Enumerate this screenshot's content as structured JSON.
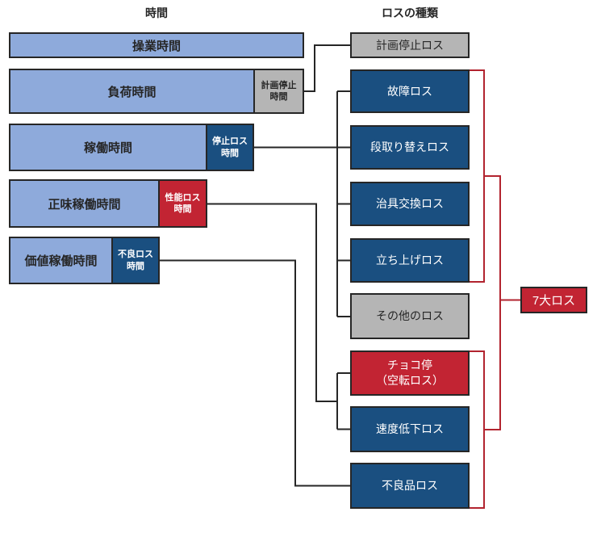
{
  "colors": {
    "light_blue": "#8EAADB",
    "dark_blue": "#1A4F80",
    "red": "#C22433",
    "gray": "#B5B5B5",
    "line_dark": "#262626",
    "line_red": "#B2242F",
    "border_dark": "#262626",
    "text_dark": "#262626",
    "text_light": "#FFFFFF"
  },
  "headers": {
    "time": "時間",
    "loss_types": "ロスの種類"
  },
  "time_bars": [
    {
      "label": "操業時間"
    },
    {
      "label": "負荷時間",
      "loss_segment": {
        "line1": "計画停止",
        "line2": "時間"
      }
    },
    {
      "label": "稼働時間",
      "loss_segment": {
        "line1": "停止ロス",
        "line2": "時間"
      }
    },
    {
      "label": "正味稼働時間",
      "loss_segment": {
        "line1": "性能ロス",
        "line2": "時間"
      }
    },
    {
      "label": "価値稼働時間",
      "loss_segment": {
        "line1": "不良ロス",
        "line2": "時間"
      }
    }
  ],
  "loss_types": [
    {
      "label": "計画停止ロス"
    },
    {
      "label": "故障ロス"
    },
    {
      "label": "段取り替えロス"
    },
    {
      "label": "治具交換ロス"
    },
    {
      "label": "立ち上げロス"
    },
    {
      "label": "その他のロス"
    },
    {
      "line1": "チョコ停",
      "line2": "（空転ロス）"
    },
    {
      "label": "速度低下ロス"
    },
    {
      "label": "不良品ロス"
    }
  ],
  "summary_label": "7大ロス"
}
